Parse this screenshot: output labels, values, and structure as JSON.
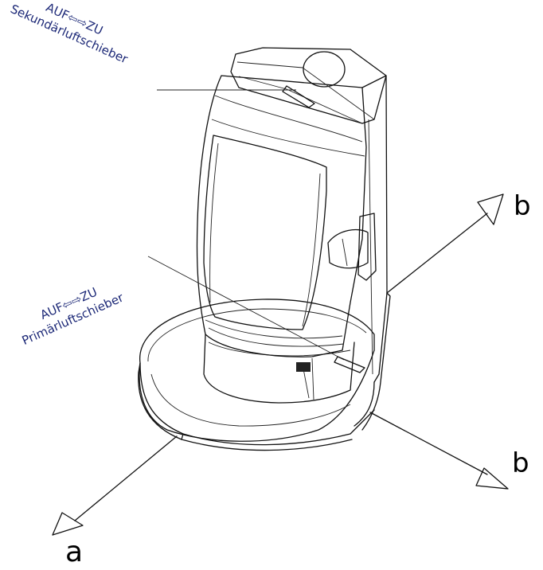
{
  "labels": {
    "secondary_top": "AUF⇦⇨ZU",
    "secondary_name": "Sekundärluftschieber",
    "primary_top": "AUF⇦⇨ZU",
    "primary_name": "Primärluftschieber"
  },
  "directions": {
    "a": "a",
    "b_upper": "b",
    "b_lower": "b"
  },
  "colors": {
    "label_text": "#1e2a78",
    "line": "#111111",
    "background": "#ffffff"
  }
}
